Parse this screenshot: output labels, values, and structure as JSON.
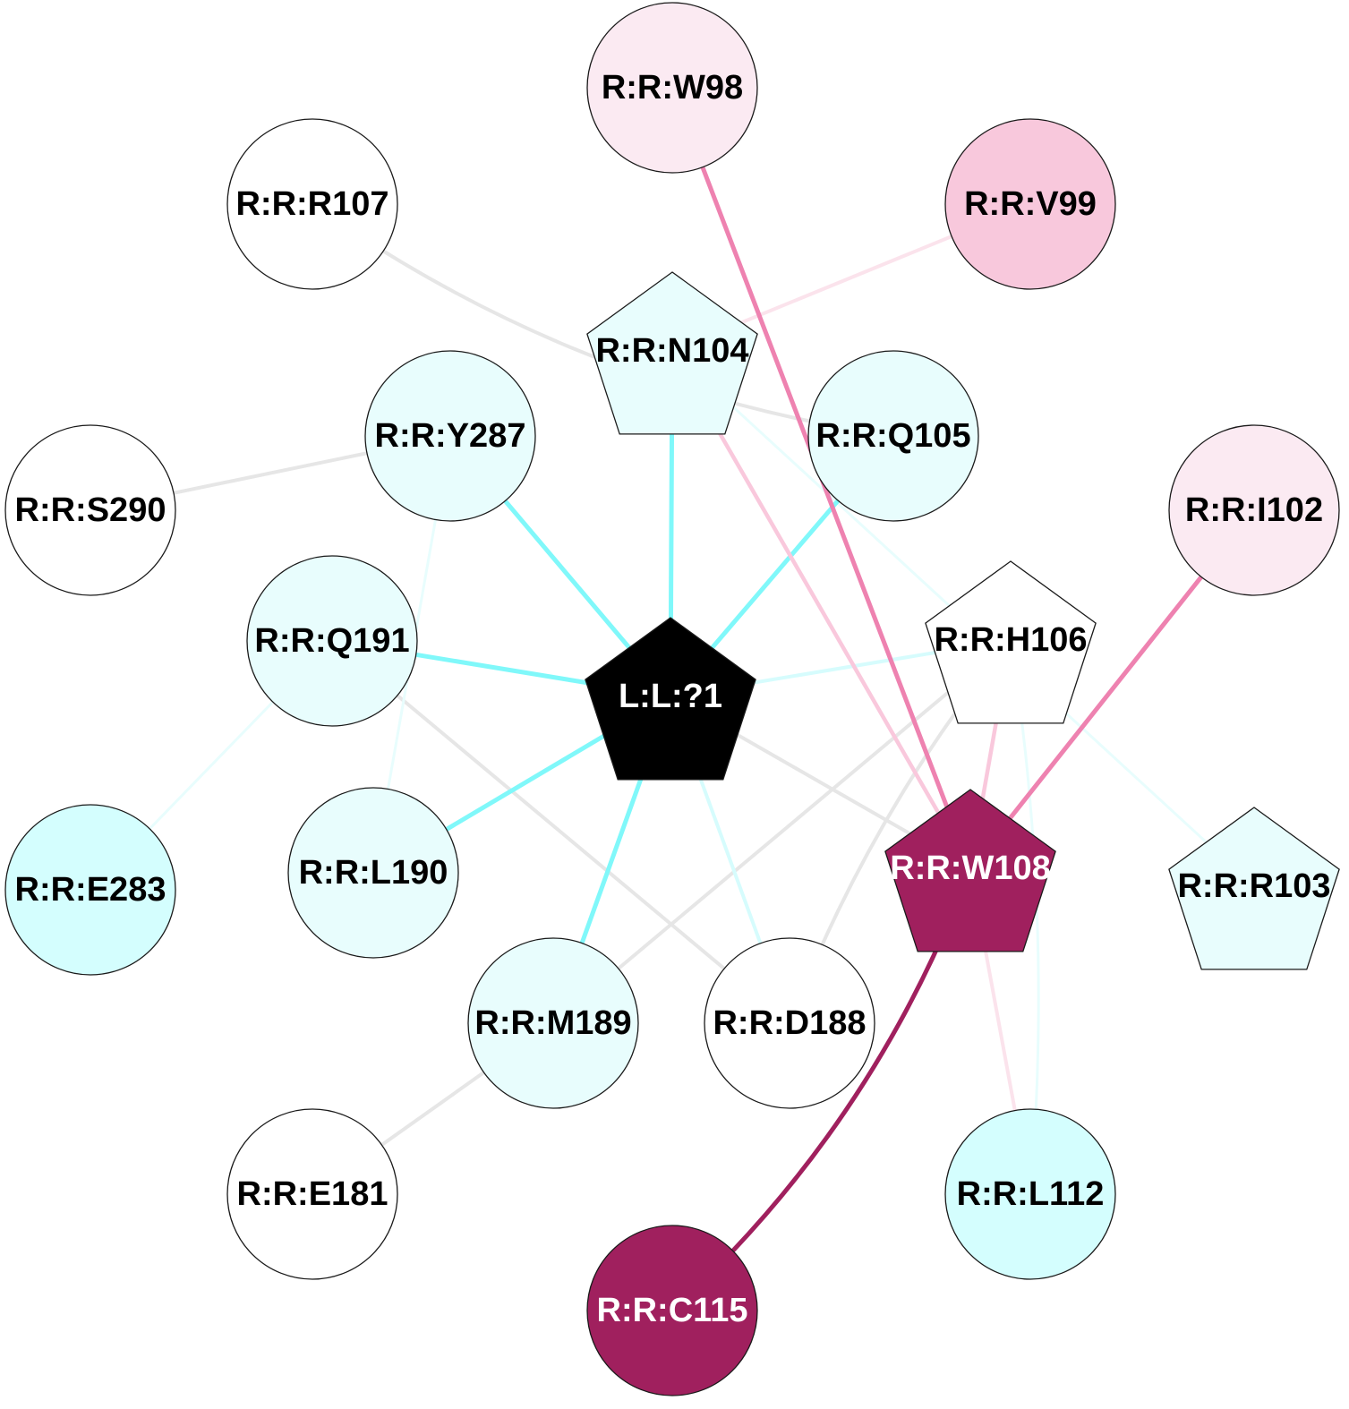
{
  "colors": {
    "edge_gray": "#e6e6e6",
    "edge_cyan": "#80f8fa",
    "edge_cyan_light": "#d6fcfd",
    "edge_cyan_faint": "#e8fdfd",
    "edge_pink": "#ee82b0",
    "edge_pink_light": "#f9c8dc",
    "edge_pink_faint": "#fbe3ec",
    "edge_dark": "#a0205e"
  },
  "nodes": [
    {
      "id": "W98",
      "label": "R:R:W98",
      "shape": "circle",
      "fill": "#fbeaf2",
      "text": "#000000"
    },
    {
      "id": "R107",
      "label": "R:R:R107",
      "shape": "circle",
      "fill": "#ffffff",
      "text": "#000000"
    },
    {
      "id": "V99",
      "label": "R:R:V99",
      "shape": "circle",
      "fill": "#f8c8dc",
      "text": "#000000"
    },
    {
      "id": "N104",
      "label": "R:R:N104",
      "shape": "pentagon",
      "fill": "#e8fdfd",
      "text": "#000000"
    },
    {
      "id": "Y287",
      "label": "R:R:Y287",
      "shape": "circle",
      "fill": "#e8fdfd",
      "text": "#000000"
    },
    {
      "id": "Q105",
      "label": "R:R:Q105",
      "shape": "circle",
      "fill": "#e8fdfd",
      "text": "#000000"
    },
    {
      "id": "S290",
      "label": "R:R:S290",
      "shape": "circle",
      "fill": "#ffffff",
      "text": "#000000"
    },
    {
      "id": "I102",
      "label": "R:R:I102",
      "shape": "circle",
      "fill": "#fbeaf2",
      "text": "#000000"
    },
    {
      "id": "Q191",
      "label": "R:R:Q191",
      "shape": "circle",
      "fill": "#e8fdfd",
      "text": "#000000"
    },
    {
      "id": "H106",
      "label": "R:R:H106",
      "shape": "pentagon",
      "fill": "#ffffff",
      "text": "#000000"
    },
    {
      "id": "L1",
      "label": "L:L:?1",
      "shape": "pentagon",
      "fill": "#000000",
      "text": "#ffffff"
    },
    {
      "id": "E283",
      "label": "R:R:E283",
      "shape": "circle",
      "fill": "#d4fefe",
      "text": "#000000"
    },
    {
      "id": "L190",
      "label": "R:R:L190",
      "shape": "circle",
      "fill": "#e8fdfd",
      "text": "#000000"
    },
    {
      "id": "W108",
      "label": "R:R:W108",
      "shape": "pentagon",
      "fill": "#a0205e",
      "text": "#ffffff"
    },
    {
      "id": "R103",
      "label": "R:R:R103",
      "shape": "pentagon",
      "fill": "#e8fdfd",
      "text": "#000000"
    },
    {
      "id": "M189",
      "label": "R:R:M189",
      "shape": "circle",
      "fill": "#e8fdfd",
      "text": "#000000"
    },
    {
      "id": "D188",
      "label": "R:R:D188",
      "shape": "circle",
      "fill": "#ffffff",
      "text": "#000000"
    },
    {
      "id": "E181",
      "label": "R:R:E181",
      "shape": "circle",
      "fill": "#ffffff",
      "text": "#000000"
    },
    {
      "id": "L112",
      "label": "R:R:L112",
      "shape": "circle",
      "fill": "#d4fefe",
      "text": "#000000"
    },
    {
      "id": "C115",
      "label": "R:R:C115",
      "shape": "circle",
      "fill": "#a0205e",
      "text": "#ffffff"
    }
  ],
  "edges": [
    {
      "source": "R107",
      "target": "Q105",
      "color": "edge_gray"
    },
    {
      "source": "Y287",
      "target": "S290",
      "color": "edge_gray"
    },
    {
      "source": "Q191",
      "target": "D188",
      "color": "edge_gray"
    },
    {
      "source": "L1",
      "target": "W108",
      "color": "edge_gray"
    },
    {
      "source": "H106",
      "target": "M189",
      "color": "edge_gray"
    },
    {
      "source": "H106",
      "target": "D188",
      "color": "edge_gray"
    },
    {
      "source": "M189",
      "target": "E181",
      "color": "edge_gray"
    },
    {
      "source": "V99",
      "target": "N104",
      "color": "edge_pink_faint"
    },
    {
      "source": "Y287",
      "target": "L190",
      "color": "edge_cyan_faint"
    },
    {
      "source": "Q191",
      "target": "E283",
      "color": "edge_cyan_faint"
    },
    {
      "source": "N104",
      "target": "R103",
      "color": "edge_cyan_faint"
    },
    {
      "source": "H106",
      "target": "L112",
      "color": "edge_cyan_faint"
    },
    {
      "source": "L1",
      "target": "H106",
      "color": "edge_cyan_light"
    },
    {
      "source": "L1",
      "target": "D188",
      "color": "edge_cyan_light"
    },
    {
      "source": "L1",
      "target": "N104",
      "color": "edge_cyan"
    },
    {
      "source": "L1",
      "target": "Y287",
      "color": "edge_cyan"
    },
    {
      "source": "L1",
      "target": "Q105",
      "color": "edge_cyan"
    },
    {
      "source": "L1",
      "target": "Q191",
      "color": "edge_cyan"
    },
    {
      "source": "L1",
      "target": "L190",
      "color": "edge_cyan"
    },
    {
      "source": "L1",
      "target": "M189",
      "color": "edge_cyan"
    },
    {
      "source": "N104",
      "target": "W108",
      "color": "edge_pink_light"
    },
    {
      "source": "H106",
      "target": "W108",
      "color": "edge_pink_light"
    },
    {
      "source": "W108",
      "target": "L112",
      "color": "edge_pink_faint"
    },
    {
      "source": "W98",
      "target": "W108",
      "color": "edge_pink"
    },
    {
      "source": "I102",
      "target": "W108",
      "color": "edge_pink"
    },
    {
      "source": "W108",
      "target": "C115",
      "color": "edge_dark"
    }
  ]
}
